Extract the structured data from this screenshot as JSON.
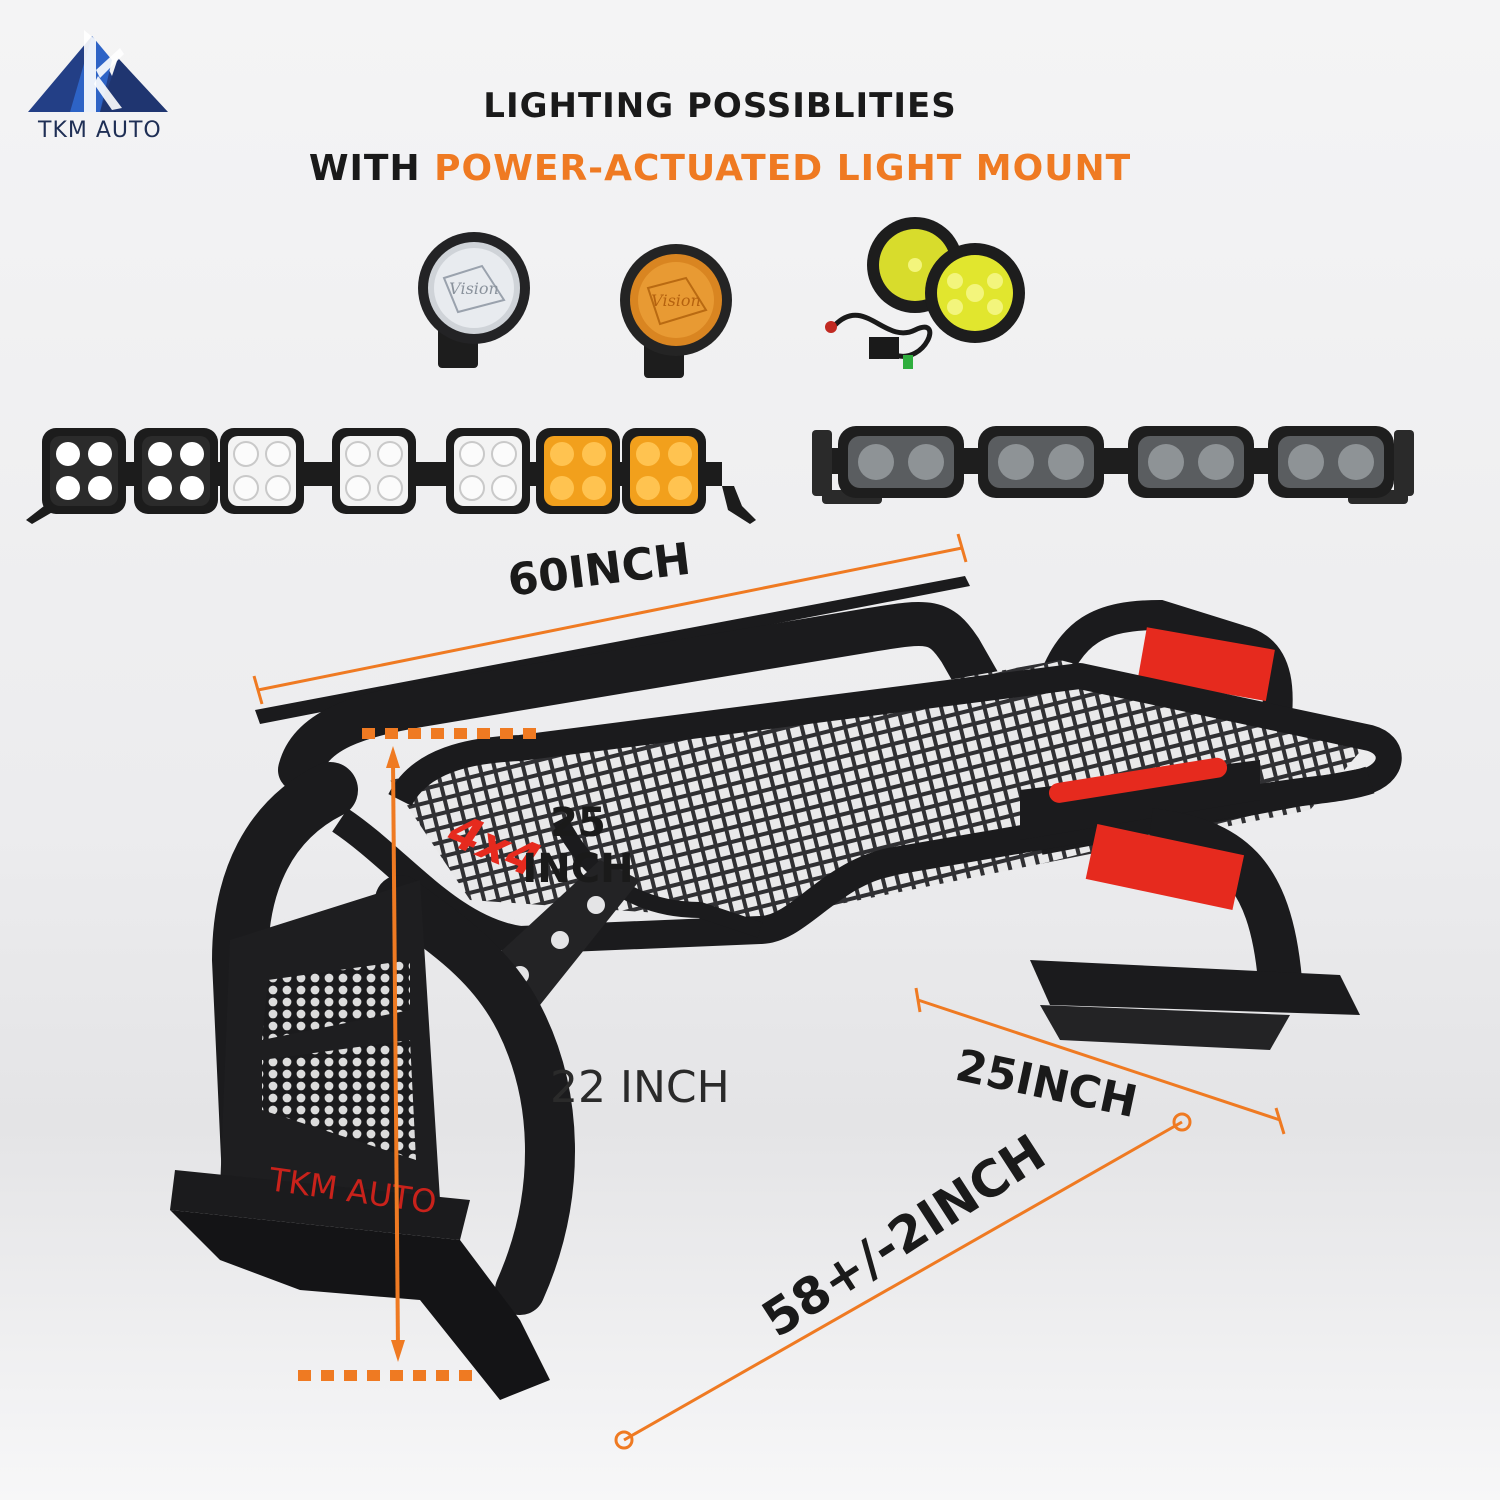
{
  "brand": {
    "name": "TKM AUTO",
    "colors": {
      "navy": "#233f86",
      "blue": "#2d63c6",
      "orange": "#ef7a22",
      "red": "#e62a1e",
      "steel": "#1b1b1d"
    }
  },
  "headline": {
    "line1": "LIGHTING POSSIBLITIES",
    "line2_prefix": "WITH ",
    "line2_highlight": "POWER-ACTUATED LIGHT MOUNT"
  },
  "lights": {
    "round_lens_text": "Vision",
    "icons": [
      "clear-round-light-icon",
      "amber-round-light-icon",
      "yellow-dual-light-kit-icon",
      "multi-pod-light-bar-icon",
      "quad-pod-light-bar-icon"
    ]
  },
  "product_markings": {
    "badge": "4x4",
    "side_panel": "TKM AUTO"
  },
  "dimensions": {
    "width": "60INCH",
    "height_line1": "25",
    "height_line2": "INCH",
    "leg_height": "22 INCH",
    "depth": "25INCH",
    "span": "58+/-2INCH"
  }
}
